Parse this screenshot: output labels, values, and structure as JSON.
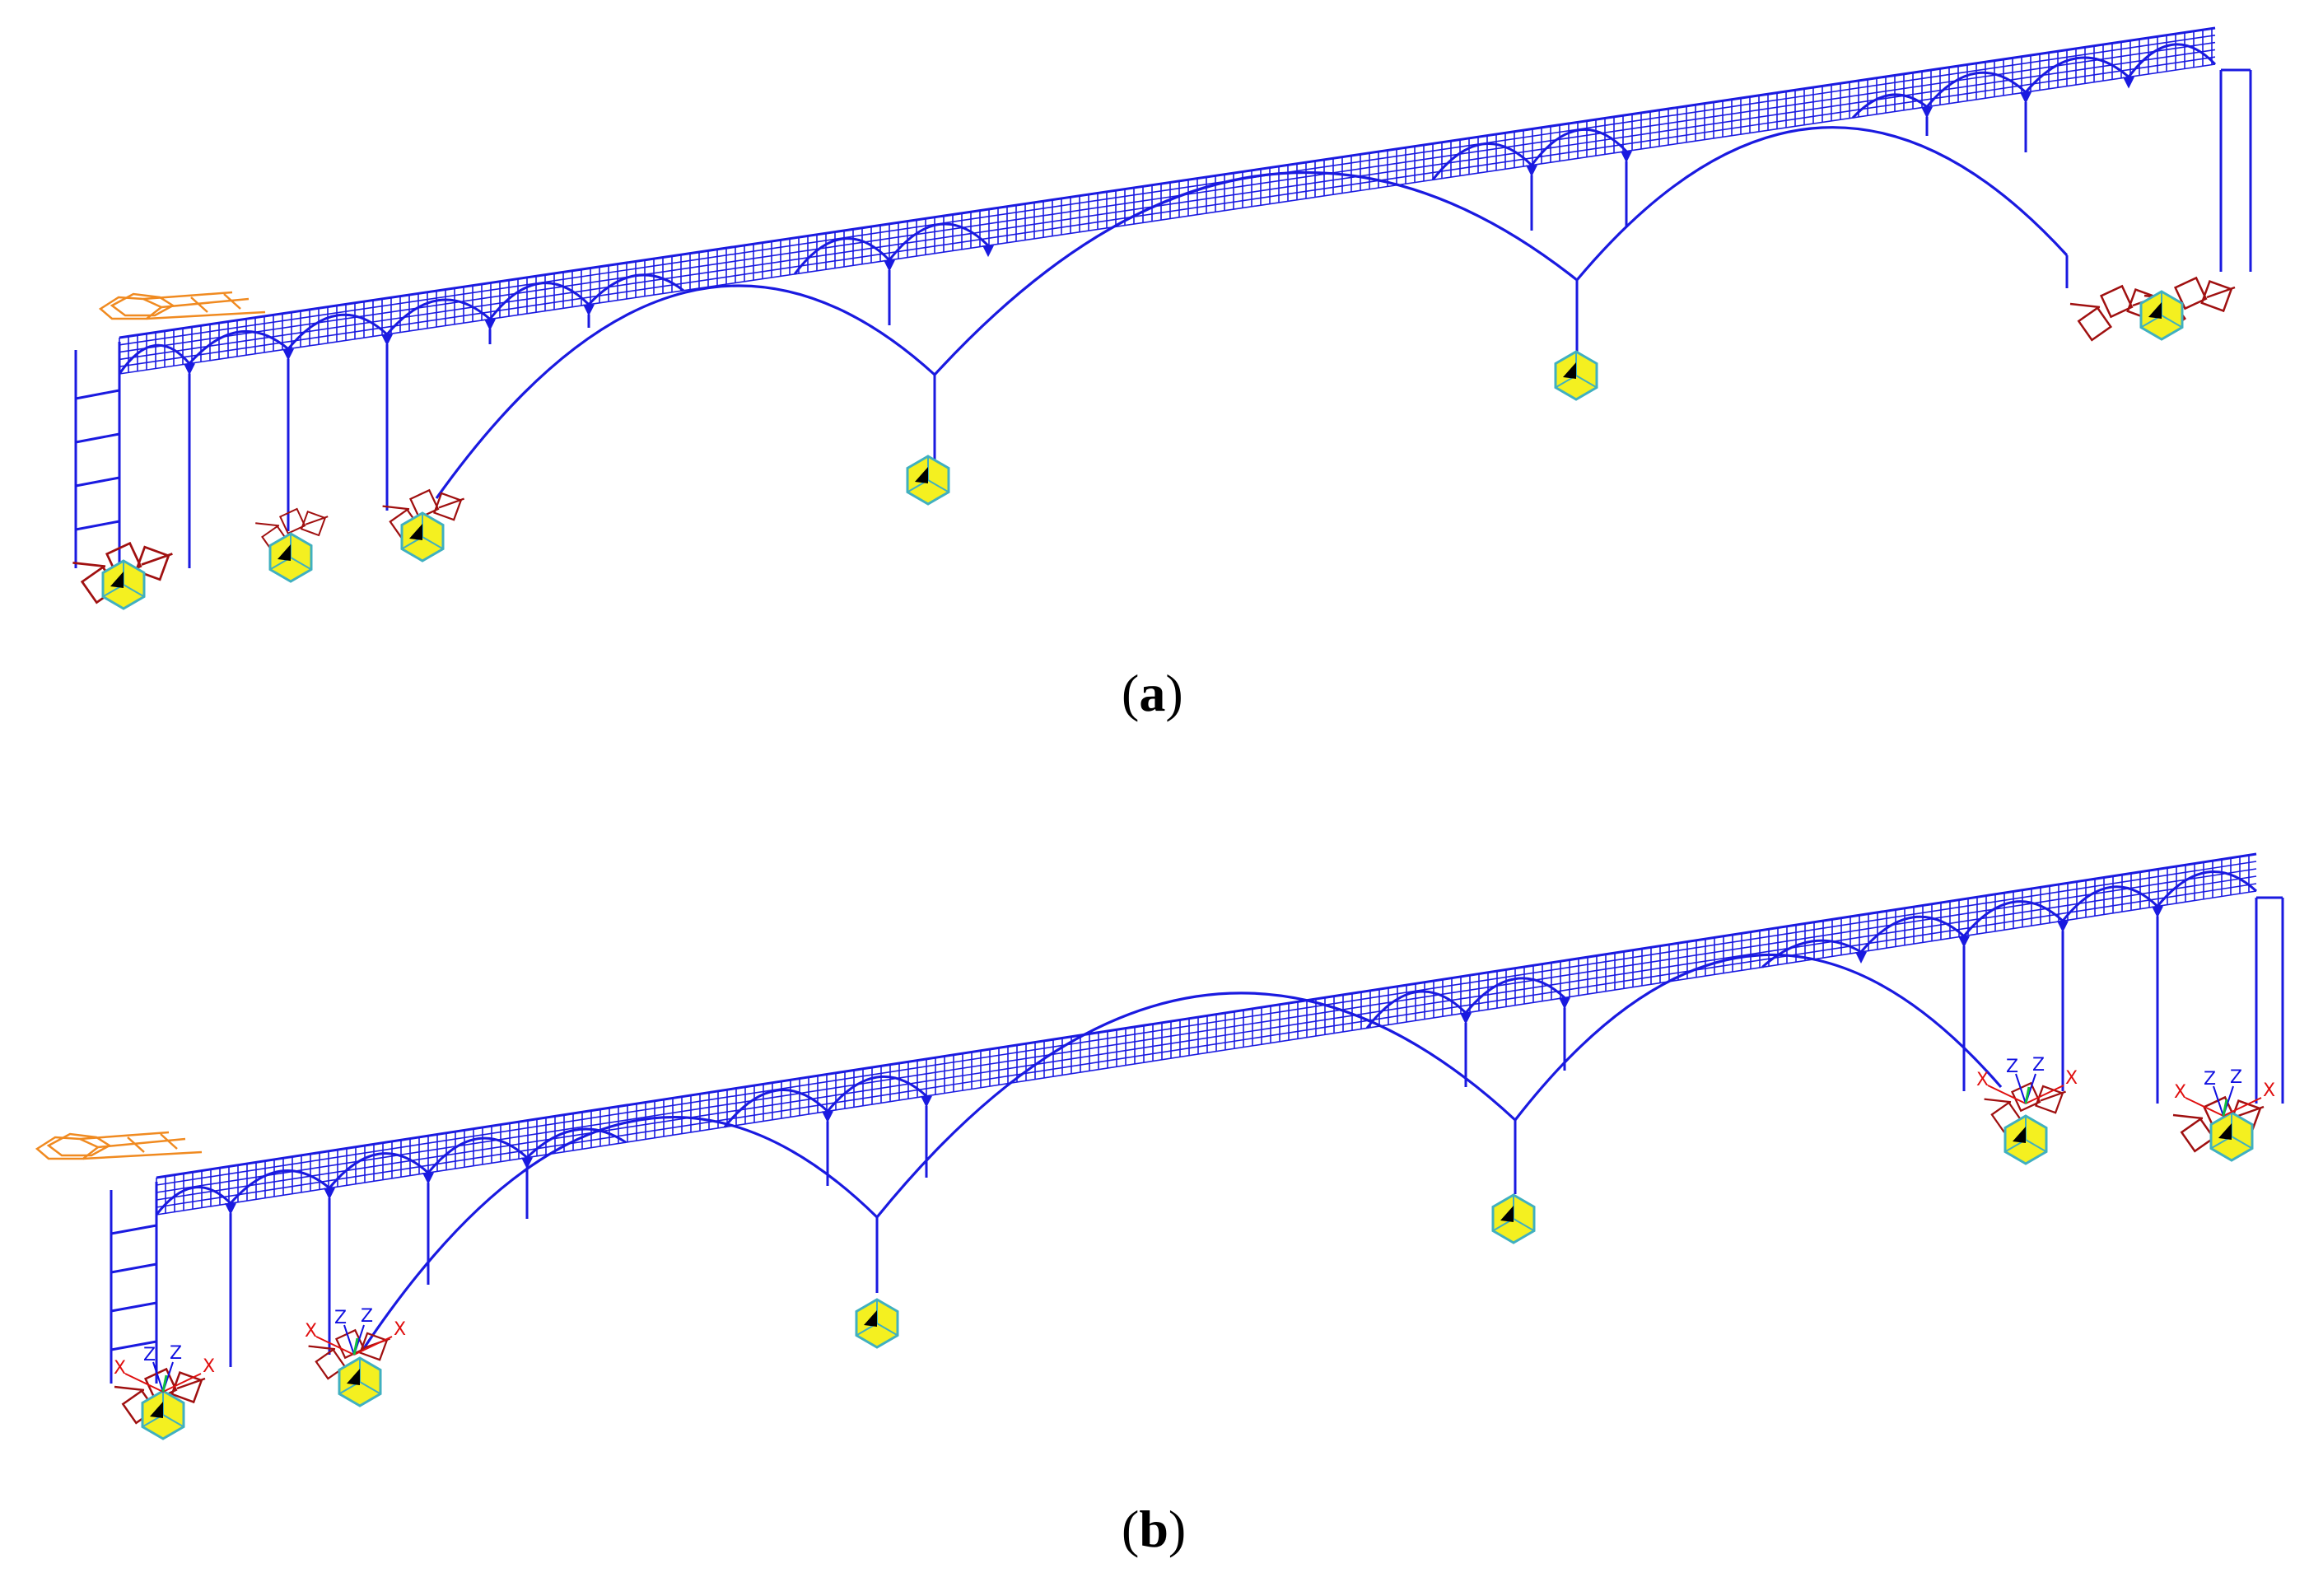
{
  "labels": {
    "a": "a",
    "b": "b"
  },
  "axis_letters": {
    "x": "X",
    "z": "Z"
  },
  "colors": {
    "structure": "#1a1ae0",
    "support_fill": "#f4f020",
    "support_edge": "#40b0c0",
    "spring": "#a01010",
    "abutment": "#f08a20",
    "axis_x": "#e01010",
    "axis_z": "#1010e0",
    "axis_y": "#10c040"
  },
  "icons": [
    "support-node-icon",
    "spring-element-icon",
    "local-axis-triad-icon"
  ]
}
